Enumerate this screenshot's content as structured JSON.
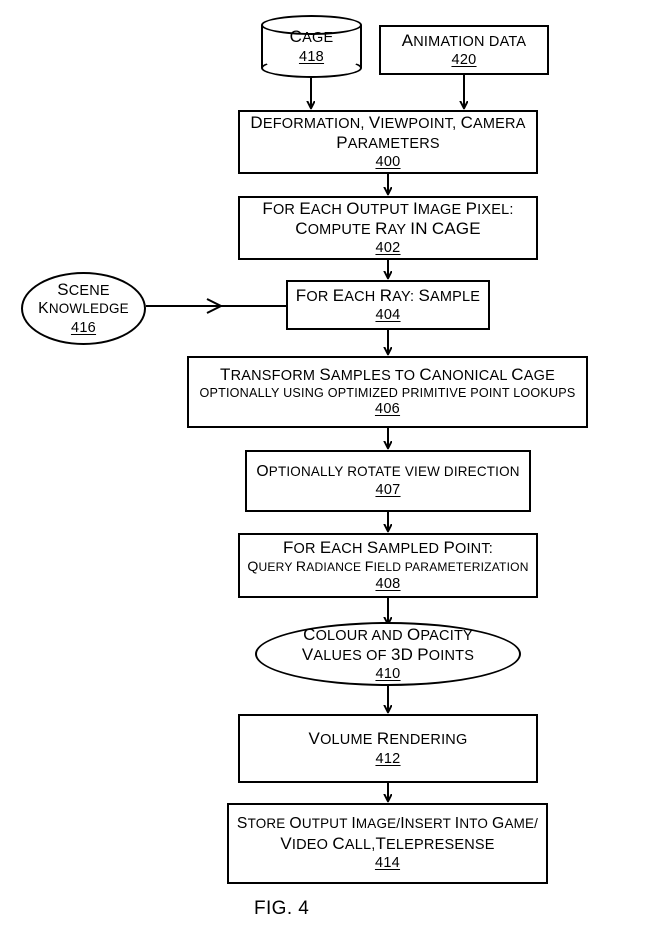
{
  "figure": {
    "caption": "FIG. 4",
    "ink_color": "#000000",
    "background_color": "#ffffff"
  },
  "nodes": {
    "cage": {
      "shape": "cylinder",
      "line1": "Cage",
      "ref": "418"
    },
    "animation_data": {
      "shape": "rect",
      "line1": "Animation data",
      "ref": "420"
    },
    "deformation": {
      "shape": "rect",
      "line1": "Deformation, Viewpoint, Camera",
      "line2": "Parameters",
      "ref": "400"
    },
    "compute_ray": {
      "shape": "rect",
      "line1": "For Each Output Image Pixel:",
      "line2": "Compute Ray IN CAGE",
      "ref": "402"
    },
    "scene_knowledge": {
      "shape": "ellipse",
      "line1": "Scene",
      "line2": "Knowledge",
      "ref": "416"
    },
    "each_ray_sample": {
      "shape": "rect",
      "line1": "For Each Ray: Sample",
      "ref": "404"
    },
    "transform_samples": {
      "shape": "rect",
      "line1": "Transform Samples to Canonical Cage",
      "line2": "optionally using optimized primitive point lookups",
      "ref": "406"
    },
    "rotate_view": {
      "shape": "rect",
      "line1": "Optionally rotate view direction",
      "ref": "407"
    },
    "query_radiance": {
      "shape": "rect",
      "line1": "For Each Sampled Point:",
      "line2": "Query Radiance Field parameterization",
      "ref": "408"
    },
    "colour_opacity": {
      "shape": "ellipse",
      "line1": "Colour and Opacity",
      "line2": "Values of 3D Points",
      "ref": "410"
    },
    "volume_rendering": {
      "shape": "rect",
      "line1": "Volume Rendering",
      "ref": "412"
    },
    "store_output": {
      "shape": "rect",
      "line1": "Store Output Image/Insert Into Game/",
      "line2": "Video Call,Telepresense",
      "ref": "414"
    }
  },
  "edges": [
    {
      "name": "cage-to-deformation",
      "from": "cage",
      "to": "deformation",
      "direction": "down"
    },
    {
      "name": "animation-to-deformation",
      "from": "animation_data",
      "to": "deformation",
      "direction": "down"
    },
    {
      "name": "deformation-to-compute-ray",
      "from": "deformation",
      "to": "compute_ray",
      "direction": "down"
    },
    {
      "name": "compute-ray-to-each-ray",
      "from": "compute_ray",
      "to": "each_ray_sample",
      "direction": "down"
    },
    {
      "name": "scene-knowledge-to-each-ray",
      "from": "scene_knowledge",
      "to": "each_ray_sample",
      "direction": "right"
    },
    {
      "name": "each-ray-to-transform",
      "from": "each_ray_sample",
      "to": "transform_samples",
      "direction": "down"
    },
    {
      "name": "transform-to-rotate-view",
      "from": "transform_samples",
      "to": "rotate_view",
      "direction": "down"
    },
    {
      "name": "rotate-view-to-query-radiance",
      "from": "rotate_view",
      "to": "query_radiance",
      "direction": "down"
    },
    {
      "name": "query-radiance-to-colour",
      "from": "query_radiance",
      "to": "colour_opacity",
      "direction": "down"
    },
    {
      "name": "colour-to-volume-rendering",
      "from": "colour_opacity",
      "to": "volume_rendering",
      "direction": "down"
    },
    {
      "name": "volume-rendering-to-store",
      "from": "volume_rendering",
      "to": "store_output",
      "direction": "down"
    }
  ]
}
